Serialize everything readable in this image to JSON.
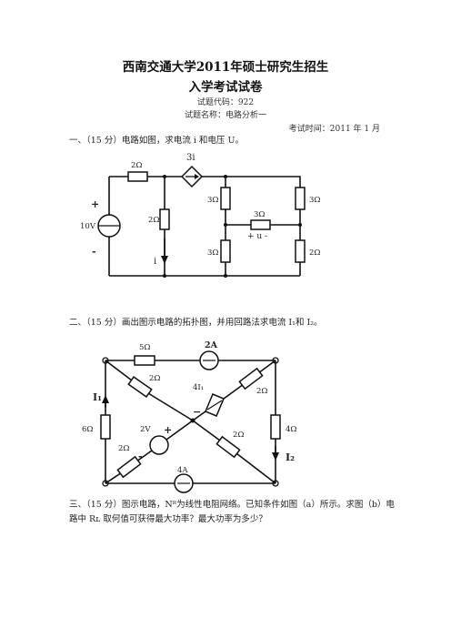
{
  "header": {
    "title_line1": "西南交通大学2011年硕士研究生招生",
    "title_line2": "入学考试试卷",
    "subject_code": "试题代码：922",
    "subject_name": "试题名称：电路分析一",
    "exam_time": "考试时间：2011 年 1 月"
  },
  "questions": {
    "q1": {
      "text": "一、（15 分）电路如图，求电流 i 和电压 U。"
    },
    "q2": {
      "text": "二、（15 分）画出图示电路的拓扑图，并用回路法求电流 I₁和 I₂。"
    },
    "q3": {
      "text": "三、（15 分）图示电路，Nᴿ为线性电阻网络。已知条件如图（a）所示。求图（b）电路中 Rʟ 取何值可获得最大功率？最大功率为多少？"
    }
  },
  "circuit1": {
    "r_top": "2Ω",
    "cccs": "3i",
    "r_mid": "2Ω",
    "r_a": "3Ω",
    "r_b": "3Ω",
    "r_c": "3Ω",
    "r_d": "3Ω",
    "r_e": "2Ω",
    "src": "10V",
    "plus": "+",
    "minus": "-",
    "i_label": "i",
    "u_label": "+ u -"
  },
  "circuit2": {
    "r_top": "5Ω",
    "cs_top": "2A",
    "r_diag1": "2Ω",
    "r_diag2": "2Ω",
    "r_diag3": "2Ω",
    "r_diag4": "2Ω",
    "r_left": "6Ω",
    "r_right": "4Ω",
    "vs_label": "2V",
    "vs_plus": "+",
    "vs_minus": "-",
    "cccs": "4I₁",
    "cccs_minus": "−",
    "cs_bottom": "4A",
    "i1": "I₁",
    "i2": "I₂"
  }
}
